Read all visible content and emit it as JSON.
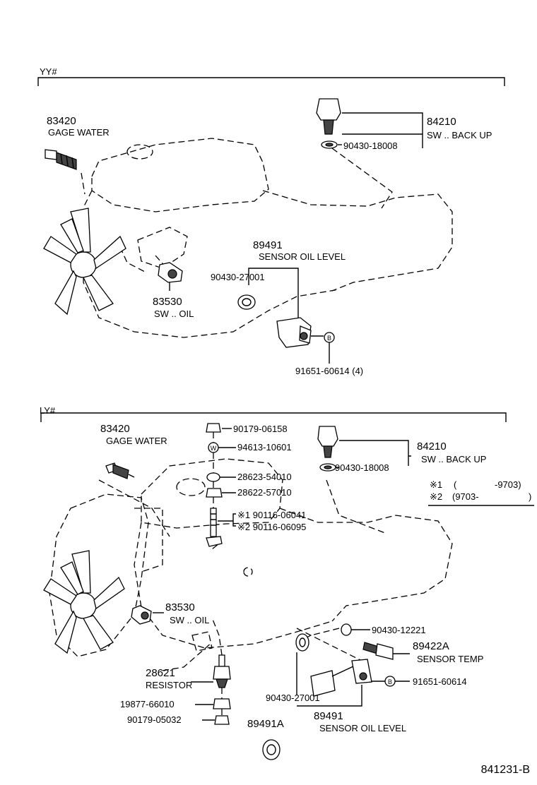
{
  "sections": [
    {
      "header": "YY#",
      "parts": [
        {
          "number": "83420",
          "name": "GAGE WATER"
        },
        {
          "number": "84210",
          "name": "SW .. BACK UP"
        },
        {
          "number": "90430-18008",
          "name": ""
        },
        {
          "number": "89491",
          "name": "SENSOR OIL LEVEL"
        },
        {
          "number": "90430-27001",
          "name": ""
        },
        {
          "number": "83530",
          "name": "SW .. OIL"
        },
        {
          "number": "91651-60614 (4)",
          "name": ""
        }
      ]
    },
    {
      "header": "LY#",
      "parts": [
        {
          "number": "83420",
          "name": "GAGE WATER"
        },
        {
          "number": "90179-06158",
          "name": ""
        },
        {
          "number": "94613-10601",
          "name": ""
        },
        {
          "number": "28623-54010",
          "name": ""
        },
        {
          "number": "28622-57010",
          "name": ""
        },
        {
          "number": "※1 90116-06041",
          "name": ""
        },
        {
          "number": "※2 90116-06095",
          "name": ""
        },
        {
          "number": "84210",
          "name": "SW .. BACK UP"
        },
        {
          "number": "90430-18008",
          "name": ""
        },
        {
          "number": "83530",
          "name": "SW .. OIL"
        },
        {
          "number": "90430-12221",
          "name": ""
        },
        {
          "number": "89422A",
          "name": "SENSOR TEMP"
        },
        {
          "number": "91651-60614",
          "name": ""
        },
        {
          "number": "28621",
          "name": "RESISTOR"
        },
        {
          "number": "19877-66010",
          "name": ""
        },
        {
          "number": "90179-05032",
          "name": ""
        },
        {
          "number": "90430-27001",
          "name": ""
        },
        {
          "number": "89491",
          "name": "SENSOR OIL LEVEL"
        },
        {
          "number": "89491A",
          "name": ""
        }
      ]
    }
  ],
  "notes": {
    "n1_mark": "※1",
    "n1_paren_open": "(",
    "n1_value": "-9703)",
    "n2_mark": "※2",
    "n2_value": "(9703-",
    "n2_paren_close": ")"
  },
  "bolt_marks": {
    "b": "B",
    "w": "W"
  },
  "diagram_id": "841231-B"
}
